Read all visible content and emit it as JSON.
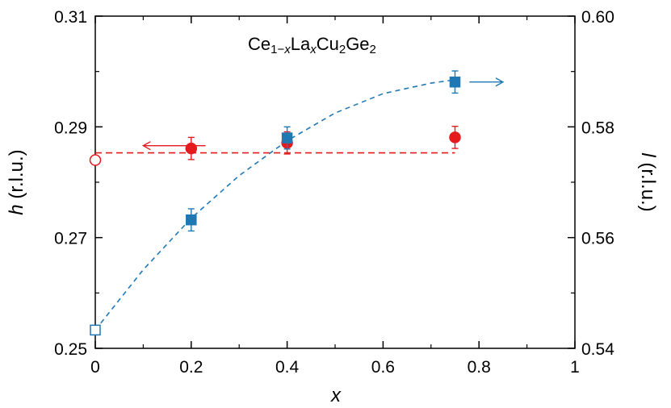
{
  "chart_data": {
    "type": "scatter",
    "title_parts": {
      "p1": "Ce",
      "s1": "1−",
      "s1x": "x",
      "p2": "La",
      "s2": "x",
      "p3": "Cu",
      "s3": "2",
      "p4": "Ge",
      "s4": "2"
    },
    "xlabel": "x",
    "ylabel_left": {
      "var": "h",
      "unit": " (r.l.u.)"
    },
    "ylabel_right": {
      "var": "l",
      "unit": " (r.l.u.)"
    },
    "xlim": [
      0,
      1
    ],
    "ylim_left": [
      0.25,
      0.31
    ],
    "ylim_right": [
      0.54,
      0.6
    ],
    "x_ticks": [
      "0",
      "0.2",
      "0.4",
      "0.6",
      "0.8",
      "1"
    ],
    "x_tick_values": [
      0,
      0.2,
      0.4,
      0.6,
      0.8,
      1.0
    ],
    "y_left_ticks": [
      "0.25",
      "0.27",
      "0.29",
      "0.31"
    ],
    "y_left_tick_values": [
      0.25,
      0.27,
      0.29,
      0.31
    ],
    "y_right_ticks": [
      "0.54",
      "0.56",
      "0.58",
      "0.60"
    ],
    "y_right_tick_values": [
      0.54,
      0.56,
      0.58,
      0.6
    ],
    "grid": false,
    "series": [
      {
        "color": "#e41a1c",
        "marker": "circle",
        "axis": "left",
        "points": [
          {
            "x": 0.0,
            "y": 0.284,
            "err": 0,
            "open": true
          },
          {
            "x": 0.2,
            "y": 0.2861,
            "err": 0.002,
            "open": false
          },
          {
            "x": 0.4,
            "y": 0.2871,
            "err": 0.002,
            "open": false
          },
          {
            "x": 0.75,
            "y": 0.2881,
            "err": 0.002,
            "open": false
          }
        ],
        "fit": {
          "kind": "constant",
          "y": 0.2853,
          "x_from": 0.0,
          "x_to": 0.75
        },
        "arrow_direction": "left",
        "arrow_x": [
          0.1,
          0.23
        ],
        "arrow_y": 0.2866
      },
      {
        "color": "#1f78b4",
        "marker": "square",
        "axis": "right",
        "points": [
          {
            "x": 0.0,
            "y": 0.5433,
            "err": 0,
            "open": true
          },
          {
            "x": 0.2,
            "y": 0.5632,
            "err": 0.002,
            "open": false
          },
          {
            "x": 0.4,
            "y": 0.578,
            "err": 0.002,
            "open": false
          },
          {
            "x": 0.75,
            "y": 0.5881,
            "err": 0.002,
            "open": false
          }
        ],
        "fit": {
          "kind": "curve",
          "x": [
            0.0,
            0.1,
            0.2,
            0.3,
            0.4,
            0.5,
            0.6,
            0.7,
            0.75
          ],
          "y": [
            0.5433,
            0.5542,
            0.5635,
            0.5712,
            0.5775,
            0.5825,
            0.586,
            0.5879,
            0.5885
          ]
        },
        "arrow_direction": "right",
        "arrow_x": [
          0.78,
          0.85
        ],
        "arrow_y": 0.5881
      }
    ]
  }
}
